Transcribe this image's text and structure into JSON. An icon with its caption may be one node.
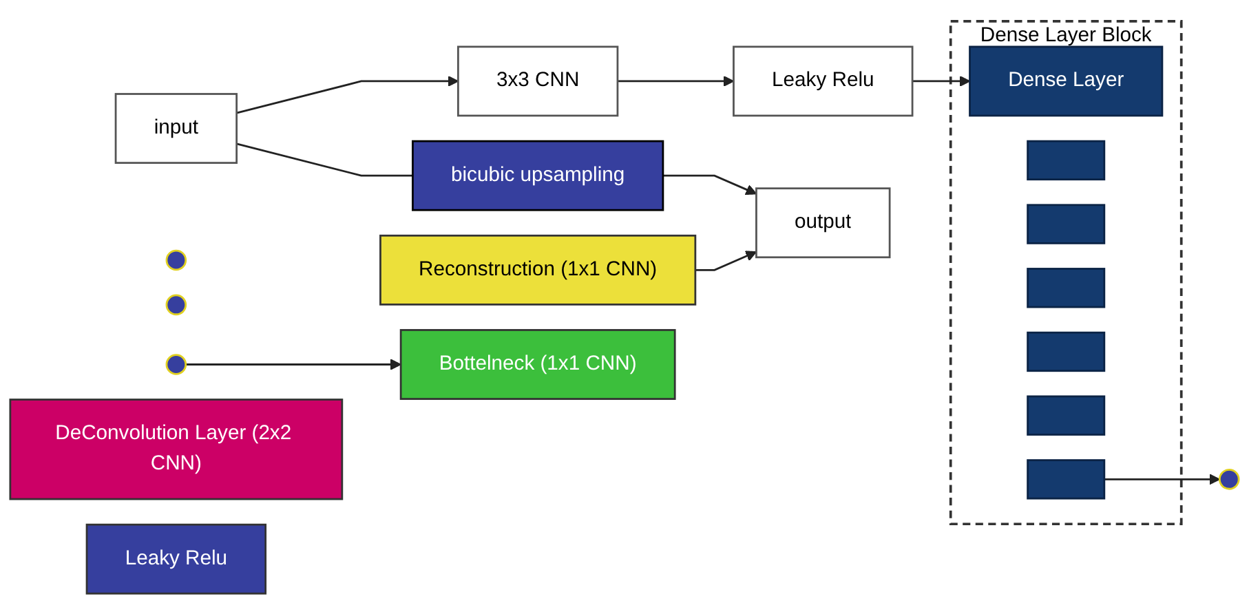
{
  "diagram": {
    "nodes": [
      {
        "text": [
          "input"
        ]
      },
      {
        "text": [
          "3x3 CNN"
        ]
      },
      {
        "text": [
          "Leaky Relu"
        ]
      },
      {
        "text": [
          "Dense Layer Block"
        ]
      },
      {
        "text": [
          "Dense Layer"
        ],
        "in": 3
      },
      {
        "text": [],
        "shape": "bar",
        "in": 3
      },
      {
        "text": [],
        "shape": "bar",
        "in": 3
      },
      {
        "text": [],
        "shape": "bar",
        "in": 3
      },
      {
        "text": [],
        "shape": "bar",
        "in": 3
      },
      {
        "text": [],
        "shape": "bar",
        "in": 3
      },
      {
        "text": [],
        "shape": "bar",
        "in": 3
      },
      {
        "text": [],
        "shape": "circle"
      },
      {
        "text": [],
        "shape": "circle"
      },
      {
        "text": [],
        "shape": "circle"
      },
      {
        "text": [],
        "shape": "circle"
      },
      {
        "text": [
          "Bottelneck (1x1 CNN)"
        ]
      },
      {
        "text": [
          "DeConvolution Layer (2x2 CNN)"
        ]
      },
      {
        "text": [
          "Leaky Relu"
        ]
      },
      {
        "text": [
          "Reconstruction (1x1 CNN)"
        ]
      },
      {
        "text": [
          "output"
        ]
      },
      {
        "text": [
          "bicubic upsampling"
        ]
      }
    ],
    "edges": [
      {
        "from": 0,
        "to": 1,
        "arrow": "to"
      },
      {
        "from": 0,
        "to": 20,
        "arrow": "none"
      },
      {
        "from": 20,
        "to": 19,
        "arrow": "to"
      },
      {
        "from": 1,
        "to": 2,
        "arrow": "to"
      },
      {
        "from": 2,
        "to": 4,
        "arrow": "to"
      },
      {
        "from": 10,
        "to": 11,
        "arrow": "to"
      },
      {
        "from": 14,
        "to": 15,
        "arrow": "to"
      },
      {
        "from": 18,
        "to": 19,
        "arrow": "to"
      }
    ]
  }
}
